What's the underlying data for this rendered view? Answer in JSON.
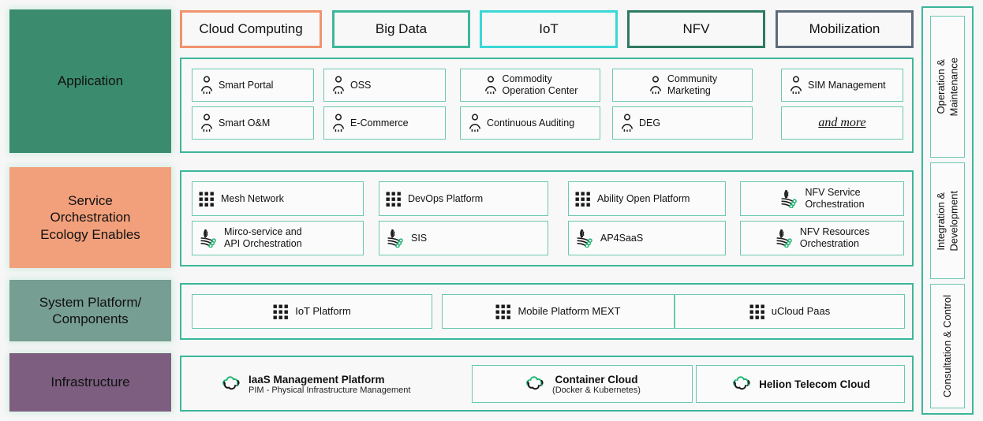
{
  "domains": [
    {
      "label": "Cloud Computing",
      "color": "#F0936E"
    },
    {
      "label": "Big Data",
      "color": "#3DB89A"
    },
    {
      "label": "IoT",
      "color": "#3AD7D7"
    },
    {
      "label": "NFV",
      "color": "#2E7A61"
    },
    {
      "label": "Mobilization",
      "color": "#5D6B7A"
    }
  ],
  "layers": [
    {
      "name": "Application",
      "color": "#3B8C6E"
    },
    {
      "name": "Service\nOrchestration\nEcology Enables",
      "color": "#F2A07C"
    },
    {
      "name": "System Platform/\nComponents",
      "color": "#779E92"
    },
    {
      "name": "Infrastructure",
      "color": "#7D5E80"
    }
  ],
  "application": {
    "items": [
      {
        "label": "Smart Portal",
        "icon": "person-icon",
        "align": "lead",
        "more": false
      },
      {
        "label": "OSS",
        "icon": "person-icon",
        "align": "lead",
        "more": false
      },
      {
        "label": "Commodity\nOperation Center",
        "icon": "person-icon",
        "align": "center",
        "more": false
      },
      {
        "label": "Community\nMarketing",
        "icon": "person-icon",
        "align": "center",
        "more": false
      },
      {
        "label": "SIM Management",
        "icon": "person-icon",
        "align": "lead",
        "more": false
      },
      {
        "label": "Smart O&M",
        "icon": "person-icon",
        "align": "lead",
        "more": false
      },
      {
        "label": "E-Commerce",
        "icon": "person-icon",
        "align": "lead",
        "more": false
      },
      {
        "label": "Continuous Auditing",
        "icon": "person-icon",
        "align": "lead",
        "more": false
      },
      {
        "label": "DEG",
        "icon": "person-icon",
        "align": "lead",
        "more": false
      },
      {
        "label": "and more",
        "icon": "none",
        "align": "center",
        "more": true
      }
    ]
  },
  "service_orchestration": {
    "items": [
      {
        "label": "Mesh Network",
        "icon": "grid-icon"
      },
      {
        "label": "DevOps Platform",
        "icon": "grid-icon"
      },
      {
        "label": "Ability Open Platform",
        "icon": "grid-icon"
      },
      {
        "label": "NFV Service\nOrchestration",
        "icon": "swirl-icon"
      },
      {
        "label": "Mirco-service and\nAPI Orchestration",
        "icon": "swirl-icon"
      },
      {
        "label": "SIS",
        "icon": "swirl-icon"
      },
      {
        "label": "AP4SaaS",
        "icon": "swirl-icon"
      },
      {
        "label": "NFV Resources\nOrchestration",
        "icon": "swirl-icon"
      }
    ]
  },
  "system_platform": {
    "items": [
      {
        "label": "IoT Platform",
        "icon": "grid-icon"
      },
      {
        "label": "Mobile Platform MEXT",
        "icon": "grid-icon"
      },
      {
        "label": "uCloud Paas",
        "icon": "grid-icon"
      }
    ]
  },
  "infrastructure": {
    "items": [
      {
        "title": "IaaS Management Platform",
        "subtitle": "PIM - Physical Infrastructure Management",
        "icon": "cloud-refresh-icon",
        "boxed": false
      },
      {
        "title": "Container Cloud",
        "subtitle": "(Docker & Kubernetes)",
        "icon": "cloud-refresh-icon",
        "boxed": true
      },
      {
        "title": "Helion Telecom Cloud",
        "subtitle": "",
        "icon": "cloud-refresh-icon",
        "boxed": true
      }
    ]
  },
  "right_rail": {
    "items": [
      {
        "label": "Operation &\nMaintenance"
      },
      {
        "label": "Integration &\nDevelopment"
      },
      {
        "label": "Consultation & Control"
      }
    ]
  },
  "theme": {
    "panel_border": "#3cb79a",
    "cell_border": "#6cc8b2",
    "background": "#f7f7f7",
    "icon_dark": "#1a1a1a",
    "icon_green": "#22b573"
  }
}
